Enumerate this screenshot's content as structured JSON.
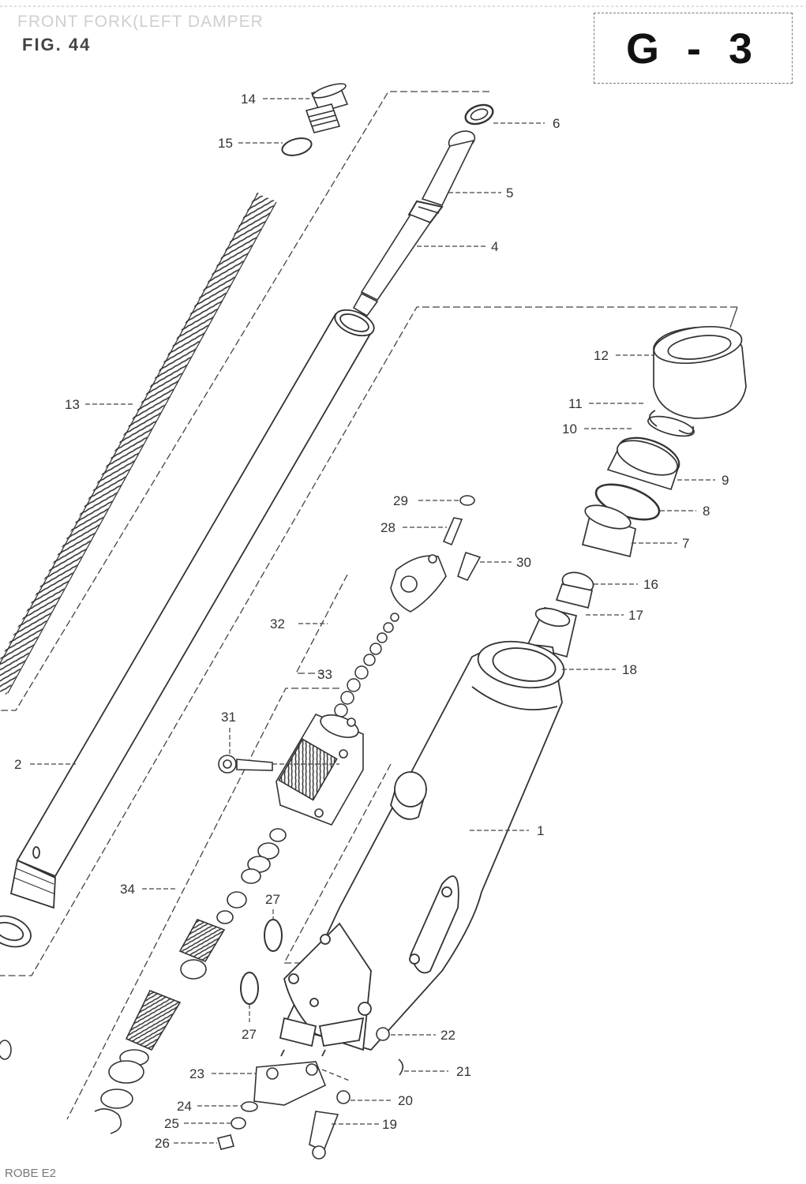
{
  "header": {
    "title": "FRONT FORK(LEFT DAMPER",
    "figure": "FIG. 44",
    "section_code": "G - 3"
  },
  "footer": {
    "code": "ROBE E2"
  },
  "callouts": [
    {
      "id": "c14",
      "num": "14"
    },
    {
      "id": "c15",
      "num": "15"
    },
    {
      "id": "c6",
      "num": "6"
    },
    {
      "id": "c5",
      "num": "5"
    },
    {
      "id": "c4",
      "num": "4"
    },
    {
      "id": "c12",
      "num": "12"
    },
    {
      "id": "c13",
      "num": "13"
    },
    {
      "id": "c11",
      "num": "11"
    },
    {
      "id": "c10",
      "num": "10"
    },
    {
      "id": "c9",
      "num": "9"
    },
    {
      "id": "c8",
      "num": "8"
    },
    {
      "id": "c7",
      "num": "7"
    },
    {
      "id": "c29",
      "num": "29"
    },
    {
      "id": "c28",
      "num": "28"
    },
    {
      "id": "c30",
      "num": "30"
    },
    {
      "id": "c16",
      "num": "16"
    },
    {
      "id": "c32",
      "num": "32"
    },
    {
      "id": "c17",
      "num": "17"
    },
    {
      "id": "c33",
      "num": "33"
    },
    {
      "id": "c18",
      "num": "18"
    },
    {
      "id": "c31",
      "num": "31"
    },
    {
      "id": "c2",
      "num": "2"
    },
    {
      "id": "c1",
      "num": "1"
    },
    {
      "id": "c34",
      "num": "34"
    },
    {
      "id": "c27a",
      "num": "27"
    },
    {
      "id": "c27b",
      "num": "27"
    },
    {
      "id": "c22",
      "num": "22"
    },
    {
      "id": "c23",
      "num": "23"
    },
    {
      "id": "c21",
      "num": "21"
    },
    {
      "id": "c24",
      "num": "24"
    },
    {
      "id": "c20",
      "num": "20"
    },
    {
      "id": "c25",
      "num": "25"
    },
    {
      "id": "c19",
      "num": "19"
    },
    {
      "id": "c26",
      "num": "26"
    }
  ]
}
